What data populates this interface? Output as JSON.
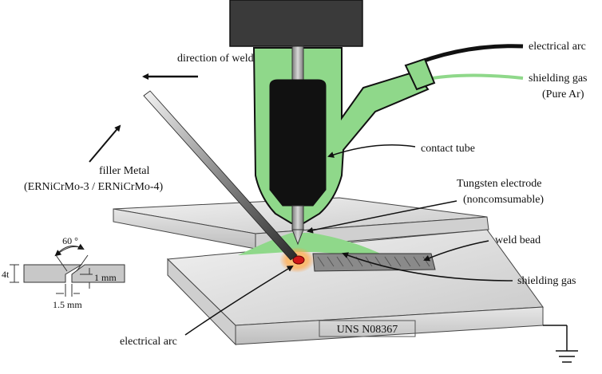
{
  "labels": {
    "direction_of_weld": "direction of weld",
    "electrical_arc_top": "electrical arc",
    "shielding_gas_top": "shielding gas",
    "pure_ar": "(Pure Ar)",
    "contact_tube": "contact tube",
    "filler_metal": "filler Metal",
    "filler_spec": "(ERNiCrMo-3 / ERNiCrMo-4)",
    "tungsten_electrode": "Tungsten electrode",
    "noncomsumable": "(noncomsumable)",
    "weld_bead": "weld bead",
    "shielding_gas_bottom": "shielding gas",
    "electrical_arc_bottom": "electrical arc",
    "plate_label": "UNS N08367"
  },
  "joint_detail": {
    "angle": "60 °",
    "thickness": "4t",
    "root_face": "1 mm",
    "root_gap": "1.5 mm"
  },
  "colors": {
    "torch_head": "#3a3a3a",
    "gas_green": "#8fd88a",
    "contact_tube": "#111111",
    "electrode": "#a0a0a0",
    "plate_top": "#dcdcdc",
    "weld_bead": "#8a8a8a",
    "arc_glow": "#ff9a3c",
    "arc_core": "#d01818"
  }
}
